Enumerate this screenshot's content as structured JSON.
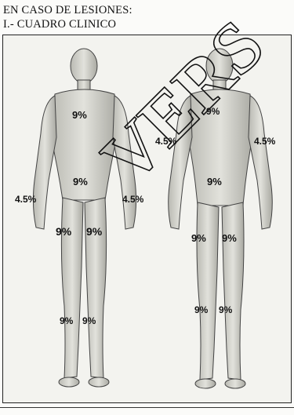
{
  "heading": {
    "line1": "EN CASO DE LESIONES:",
    "line2": "I.- CUADRO CLINICO"
  },
  "figure": {
    "front_labels": {
      "chest": "9%",
      "abdomen": "9%",
      "arm_left": "4.5%",
      "arm_right": "4.5%",
      "thigh_left": "9%",
      "thigh_right": "9%",
      "leg_left": "9%",
      "leg_right": "9%"
    },
    "back_labels": {
      "upper_back": "9%",
      "arm_left": "4.5%",
      "arm_right": "4.5%",
      "lower_back": "9%",
      "thigh_left": "9%",
      "thigh_right": "9%",
      "leg_left": "9%",
      "leg_right": "9%"
    }
  },
  "watermark": "VERS"
}
